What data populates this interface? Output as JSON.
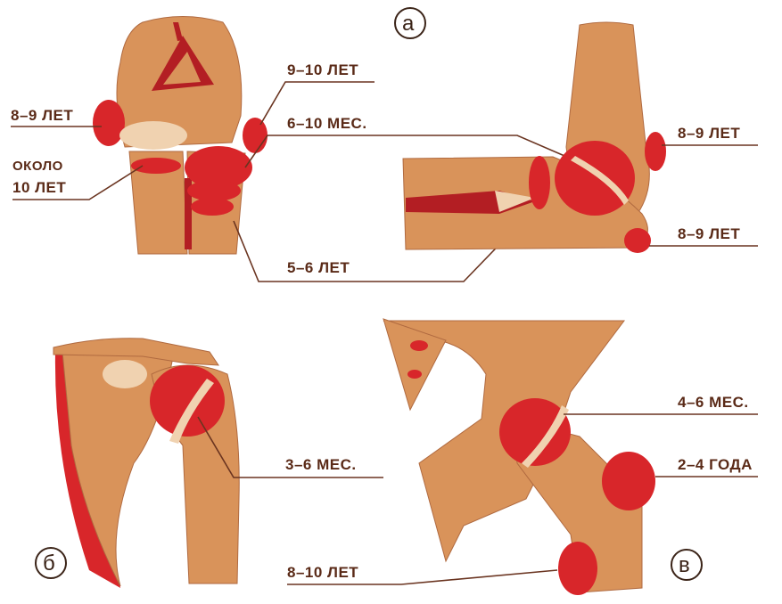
{
  "colors": {
    "bone": "#d9935a",
    "ossification": "#d8262a",
    "cartilage": "#f0d2b0",
    "label": "#5a2a17"
  },
  "panel_letters": {
    "a": "а",
    "b": "б",
    "v": "в"
  },
  "labels": {
    "elbow_front_left_top": "8–9 ЛЕТ",
    "elbow_front_left_mid_1": "ОКОЛО",
    "elbow_front_left_mid_2": "10 ЛЕТ",
    "elbow_front_right_top": "9–10 ЛЕТ",
    "elbow_mid_months": "6–10 МЕС.",
    "elbow_bottom": "5–6 ЛЕТ",
    "elbow_side_top": "8–9 ЛЕТ",
    "elbow_side_bottom": "8–9 ЛЕТ",
    "shoulder": "3–6 МЕС.",
    "hip_head": "4–6 МЕС.",
    "hip_trochanter": "2–4 ГОДА",
    "hip_lesser": "8–10 ЛЕТ"
  }
}
